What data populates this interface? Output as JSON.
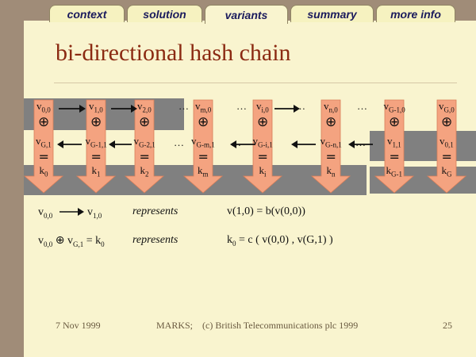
{
  "tabs": [
    {
      "label": "context"
    },
    {
      "label": "solution"
    },
    {
      "label": "variants",
      "active": true
    },
    {
      "label": "summary"
    },
    {
      "label": "more info"
    }
  ],
  "title": "bi-directional hash chain",
  "columns": [
    {
      "top": "v",
      "top_sub": "0,0",
      "bot": "v",
      "bot_sub": "G,1",
      "key": "k",
      "key_sub": "0"
    },
    {
      "top": "v",
      "top_sub": "1,0",
      "bot": "v",
      "bot_sub": "G-1,1",
      "key": "k",
      "key_sub": "1"
    },
    {
      "top": "v",
      "top_sub": "2,0",
      "bot": "v",
      "bot_sub": "G-2,1",
      "key": "k",
      "key_sub": "2"
    },
    {
      "top": "v",
      "top_sub": "m,0",
      "bot": "v",
      "bot_sub": "G-m,1",
      "key": "k",
      "key_sub": "m"
    },
    {
      "top": "v",
      "top_sub": "i,0",
      "bot": "v",
      "bot_sub": "G-i,1",
      "key": "k",
      "key_sub": "i"
    },
    {
      "top": "v",
      "top_sub": "n,0",
      "bot": "v",
      "bot_sub": "G-n,1",
      "key": "k",
      "key_sub": "n"
    },
    {
      "top": "v",
      "top_sub": "G-1,0",
      "bot": "v",
      "bot_sub": "1,1",
      "key": "k",
      "key_sub": "G-1"
    },
    {
      "top": "v",
      "top_sub": "G,0",
      "bot": "v",
      "bot_sub": "0,1",
      "key": "k",
      "key_sub": "G"
    }
  ],
  "symbols": {
    "xor": "⊕",
    "equals": "=",
    "ellipsis": "…"
  },
  "legend": {
    "row1_left_a": "v",
    "row1_left_a_sub": "0,0",
    "row1_left_b": "v",
    "row1_left_b_sub": "1,0",
    "represents": "represents",
    "row1_right": "v(1,0) = b(v(0,0))",
    "row2_left_a": "v",
    "row2_left_a_sub": "0,0",
    "row2_left_b": "v",
    "row2_left_b_sub": "G,1",
    "row2_eq": "= k",
    "row2_eq_sub": "0",
    "row2_right": "k",
    "row2_right_sub": "0",
    "row2_right_rest": " = c ( v(0,0) , v(G,1) )"
  },
  "footer": {
    "date": "7 Nov 1999",
    "credit": "MARKS;    (c) British Telecommunications plc 1999",
    "page": "25"
  },
  "colors": {
    "background": "#a08c78",
    "paper": "#f9f4cf",
    "band": "#808080",
    "arrow": "#f4a380",
    "title": "#8b2a12"
  }
}
